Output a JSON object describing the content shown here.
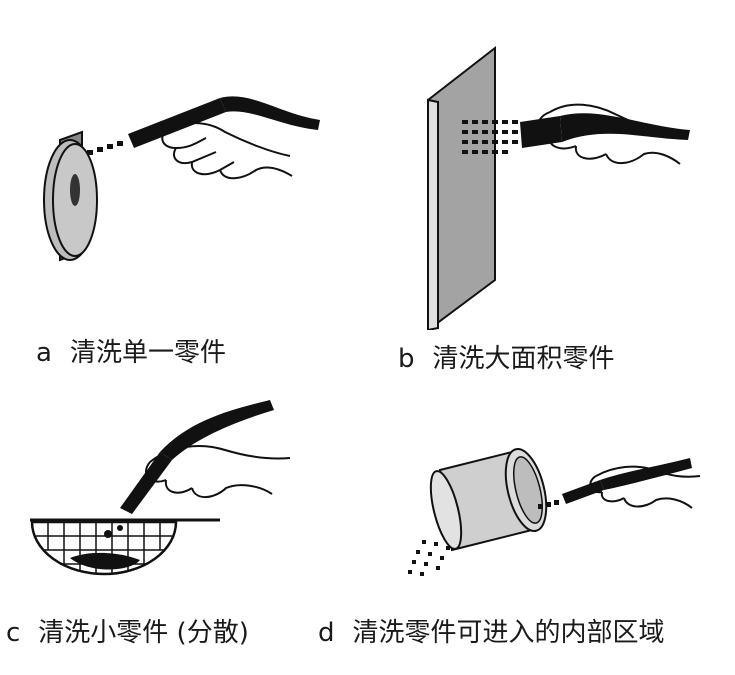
{
  "panels": [
    {
      "letter": "a",
      "label": "清洗单一零件",
      "illustration": "cleaning-single-part"
    },
    {
      "letter": "b",
      "label": "清洗大面积零件",
      "illustration": "cleaning-large-area-part"
    },
    {
      "letter": "c",
      "label": "清洗小零件 (分散)",
      "illustration": "cleaning-small-parts-scattered"
    },
    {
      "letter": "d",
      "label": "清洗零件可进入的内部区域",
      "illustration": "cleaning-accessible-internal-area"
    }
  ],
  "colors": {
    "ink": "#111111",
    "part_fill": "#b9b9b9",
    "plate_fill": "#9c9c9c",
    "cylinder_fill": "#cfcfcf"
  }
}
